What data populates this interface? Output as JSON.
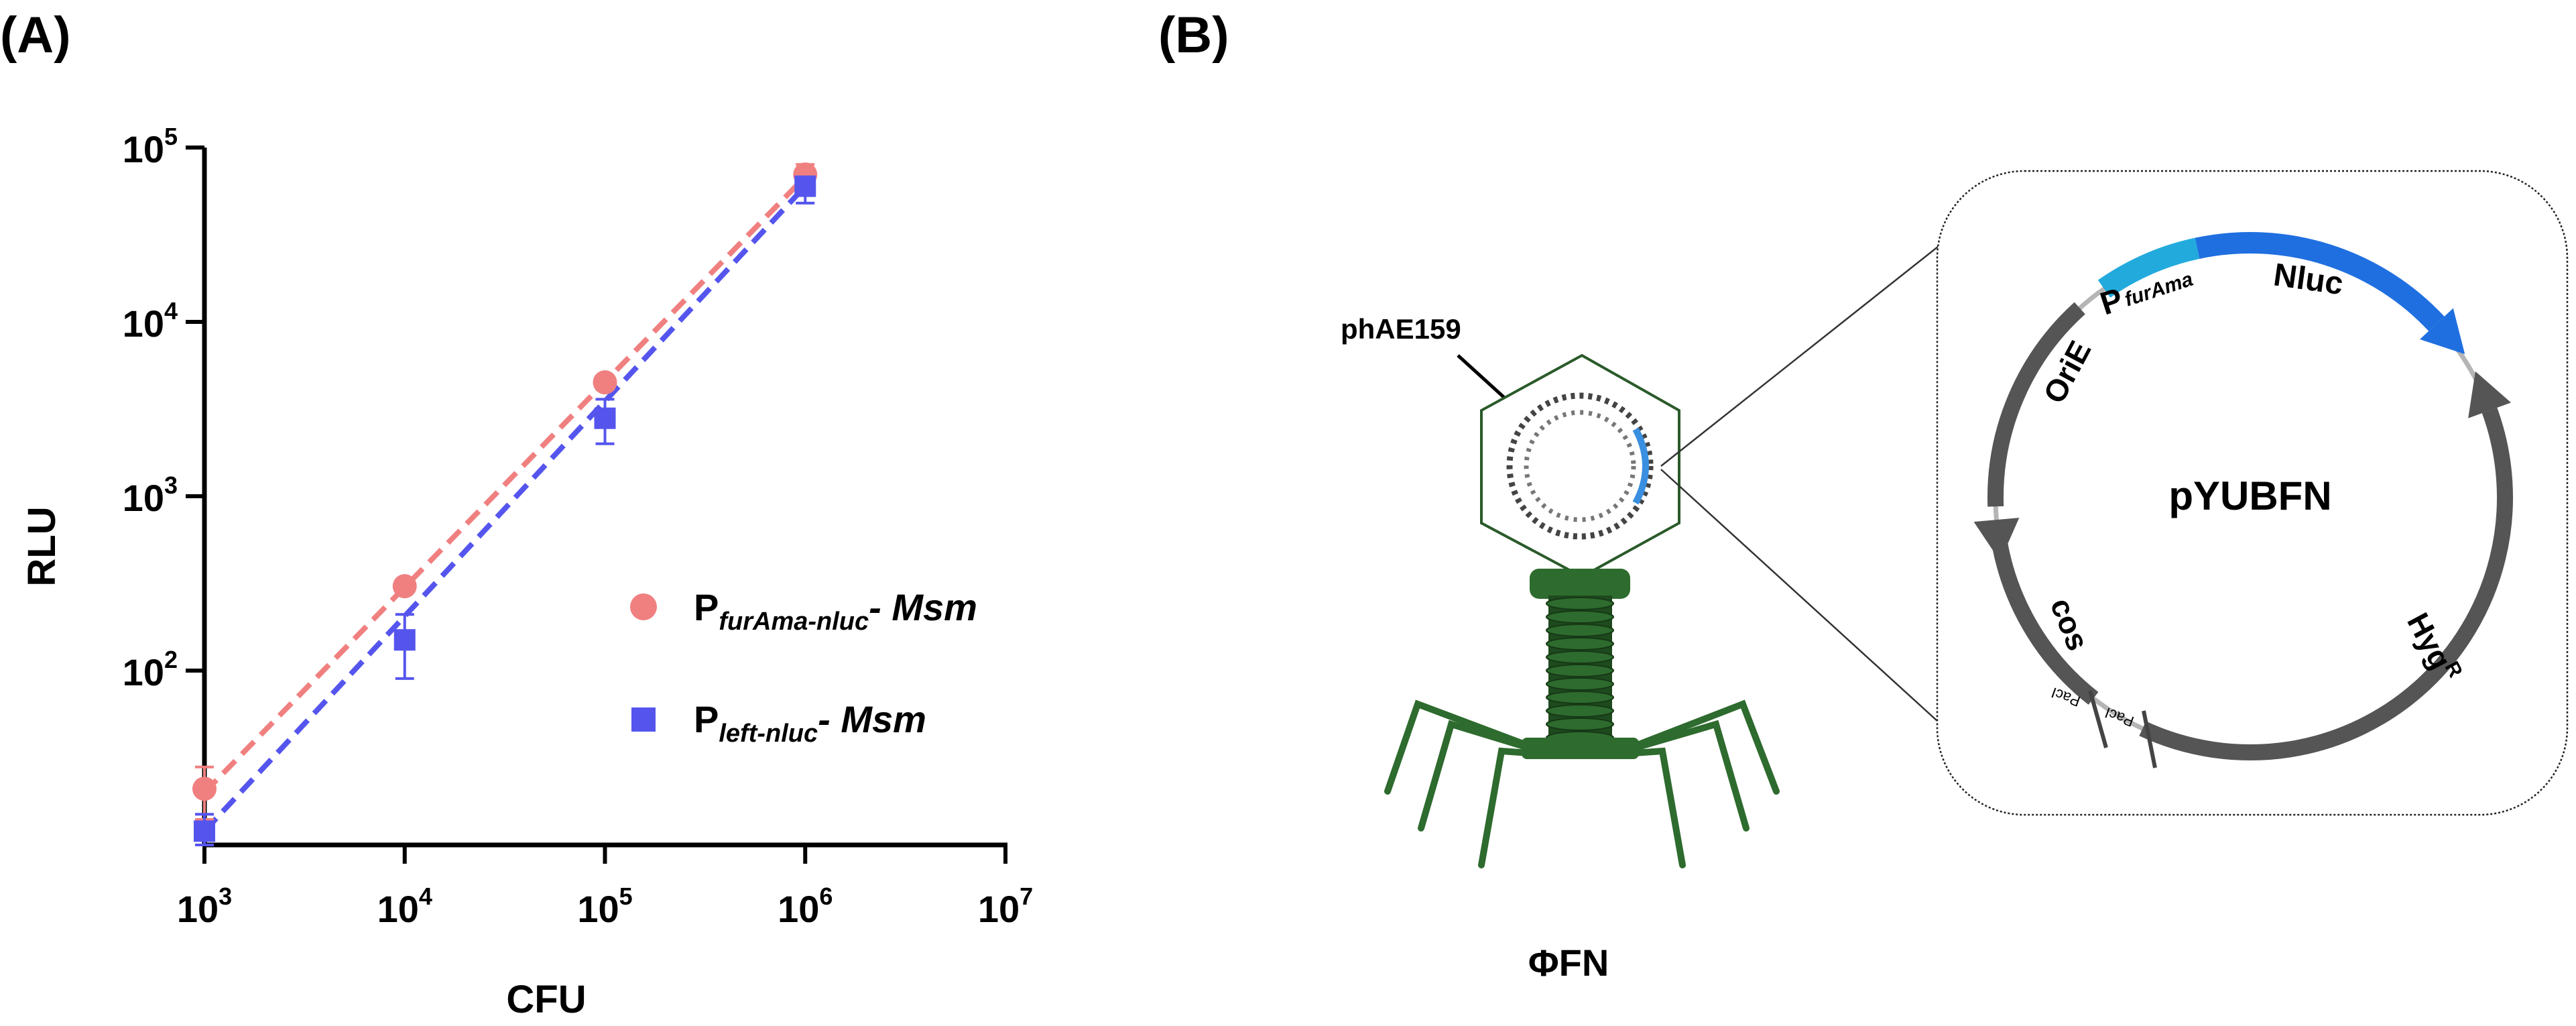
{
  "panel_a": {
    "label": "(A)"
  },
  "panel_b": {
    "label": "(B)"
  },
  "chart_data": {
    "type": "scatter",
    "xlabel": "CFU",
    "ylabel": "RLU",
    "x_scale": "log",
    "y_scale": "log",
    "xlim": [
      1000,
      10000000
    ],
    "ylim": [
      10,
      100000
    ],
    "x_ticks": [
      {
        "value": 1000,
        "base": "10",
        "exp": "3"
      },
      {
        "value": 10000,
        "base": "10",
        "exp": "4"
      },
      {
        "value": 100000,
        "base": "10",
        "exp": "5"
      },
      {
        "value": 1000000,
        "base": "10",
        "exp": "6"
      },
      {
        "value": 10000000,
        "base": "10",
        "exp": "7"
      }
    ],
    "y_ticks": [
      {
        "value": 100,
        "base": "10",
        "exp": "2"
      },
      {
        "value": 1000,
        "base": "10",
        "exp": "3"
      },
      {
        "value": 10000,
        "base": "10",
        "exp": "4"
      },
      {
        "value": 100000,
        "base": "10",
        "exp": "5"
      }
    ],
    "legend_position": "center-right",
    "series": [
      {
        "name_main": "P",
        "name_sub": "furAma-nluc",
        "name_tail": "- Msm",
        "marker": "circle",
        "color": "#f08080",
        "x": [
          1000,
          10000,
          100000,
          1000000
        ],
        "y": [
          21,
          305,
          4500,
          70000
        ],
        "y_err": [
          [
            14,
            28
          ],
          [
            280,
            330
          ],
          [
            4100,
            4900
          ],
          [
            60000,
            80000
          ]
        ],
        "fit": [
          [
            1000,
            20
          ],
          [
            1000000,
            68000
          ]
        ]
      },
      {
        "name_main": "P",
        "name_sub": "left-nluc",
        "name_tail": "- Msm",
        "marker": "square",
        "color": "#5555ee",
        "x": [
          1000,
          10000,
          100000,
          1000000
        ],
        "y": [
          12,
          150,
          2800,
          60000
        ],
        "y_err": [
          [
            10,
            15
          ],
          [
            90,
            210
          ],
          [
            2000,
            3600
          ],
          [
            48000,
            72000
          ]
        ],
        "fit": [
          [
            1000,
            12
          ],
          [
            1000000,
            60000
          ]
        ]
      }
    ]
  },
  "diagram": {
    "phage_label": "phAE159",
    "phage_name": "ΦFN",
    "plasmid_name": "pYUBFN",
    "promoter_main": "P",
    "promoter_sub": "furAma",
    "nluc_label": "Nluc",
    "orie_label": "OriE",
    "cos_label": "cos",
    "hyg_main": "Hyg",
    "hyg_sup": "R",
    "paci_label_1": "PacI",
    "paci_label_2": "PacI",
    "colors": {
      "phage_green": "#2e6b2e",
      "phage_dark": "#1e4a1e",
      "plasmid_gray": "#555555",
      "promoter_blue": "#22aadd",
      "nluc_blue": "#1f6fe0"
    }
  }
}
